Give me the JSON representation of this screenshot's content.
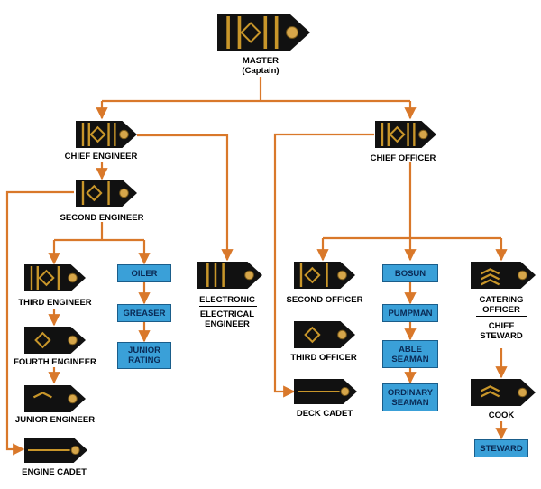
{
  "ranks": {
    "master_line1": "MASTER",
    "master_line2": "(Captain)",
    "chief_engineer": "CHIEF ENGINEER",
    "chief_officer": "CHIEF OFFICER",
    "second_engineer": "SECOND ENGINEER",
    "third_engineer": "THIRD ENGINEER",
    "fourth_engineer": "FOURTH ENGINEER",
    "junior_engineer": "JUNIOR ENGINEER",
    "engine_cadet": "ENGINE CADET",
    "electronic": "ELECTRONIC",
    "electrical_engineer_line1": "ELECTRICAL",
    "electrical_engineer_line2": "ENGINEER",
    "second_officer": "SECOND OFFICER",
    "third_officer": "THIRD OFFICER",
    "deck_cadet": "DECK CADET",
    "catering_officer_line1": "CATERING",
    "catering_officer_line2": "OFFICER",
    "chief_steward_line1": "CHIEF",
    "chief_steward_line2": "STEWARD",
    "cook": "COOK"
  },
  "boxes": {
    "oiler": "OILER",
    "greaser": "GREASER",
    "junior_rating_line1": "JUNIOR",
    "junior_rating_line2": "RATING",
    "bosun": "BOSUN",
    "pumpman": "PUMPMAN",
    "able_seaman_line1": "ABLE",
    "able_seaman_line2": "SEAMAN",
    "ordinary_seaman_line1": "ORDINARY",
    "ordinary_seaman_line2": "SEAMAN",
    "steward": "STEWARD"
  },
  "colors": {
    "connector": "#d9782a",
    "epaulette": "#111111",
    "braid": "#c8962a",
    "box_fill": "#3aa0d8",
    "box_border": "#1a5d8a"
  }
}
